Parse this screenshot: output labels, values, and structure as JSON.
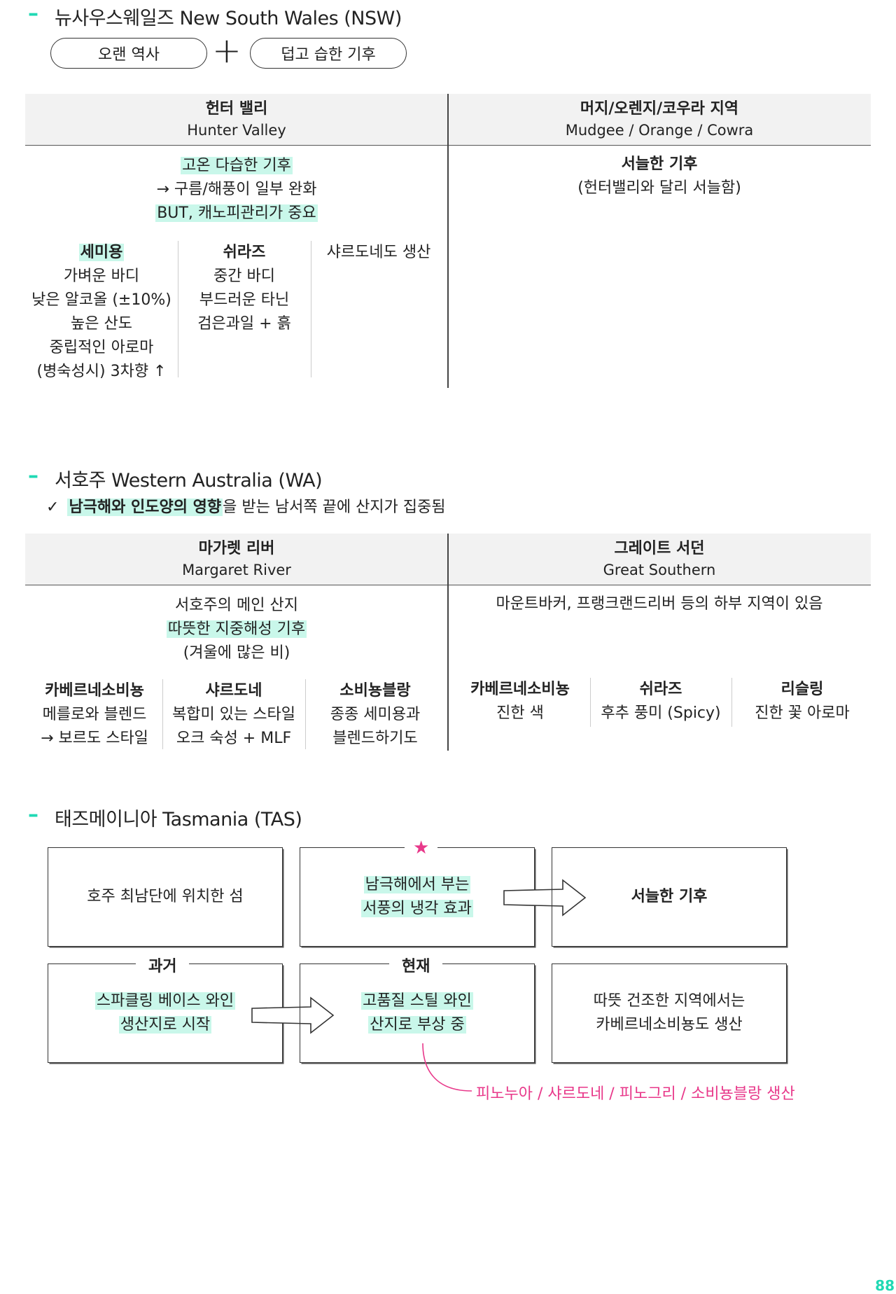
{
  "colors": {
    "accent": "#20d9b4",
    "highlight": "#c9f7ea",
    "pink": "#e8388a"
  },
  "nsw": {
    "title": "뉴사우스웨일즈 New South Wales (NSW)",
    "pill_left": "오랜 역사",
    "plus": "+",
    "pill_right": "덥고 습한 기후",
    "col1_ko": "헌터 밸리",
    "col1_en": "Hunter Valley",
    "col2_ko": "머지/오렌지/코우라 지역",
    "col2_en": "Mudgee / Orange / Cowra",
    "hunter_line1": "고온 다습한 기후",
    "hunter_line2": "→ 구름/해풍이 일부 완화",
    "hunter_line3": "BUT, 캐노피관리가 중요",
    "semillon": [
      "세미용",
      "가벼운 바디",
      "낮은 알코올 (±10%)",
      "높은 산도",
      "중립적인 아로마",
      "(병숙성시) 3차향 ↑"
    ],
    "shiraz": [
      "쉬라즈",
      "중간 바디",
      "부드러운 타닌",
      "검은과일 + 흙"
    ],
    "chardonnay": "샤르도네도 생산",
    "mudgee_line1": "서늘한 기후",
    "mudgee_line2": "(헌터밸리와 달리 서늘함)"
  },
  "wa": {
    "title": "서호주 Western Australia (WA)",
    "check": "✓",
    "note_hl": "남극해와 인도양의 영향",
    "note_rest": "을 받는 남서쪽 끝에 산지가 집중됨",
    "col1_ko": "마가렛 리버",
    "col1_en": "Margaret River",
    "col2_ko": "그레이트 서던",
    "col2_en": "Great Southern",
    "mr_line1": "서호주의 메인 산지",
    "mr_line2": "따뜻한 지중해성 기후",
    "mr_line3": "(겨울에 많은 비)",
    "mr_cab": [
      "카베르네소비뇽",
      "메를로와 블렌드",
      "→ 보르도 스타일"
    ],
    "mr_chard": [
      "샤르도네",
      "복합미 있는 스타일",
      "오크 숙성 + MLF"
    ],
    "mr_sb": [
      "소비뇽블랑",
      "종종 세미용과",
      "블렌드하기도"
    ],
    "gs_line1": "마운트바커, 프랭크랜드리버 등의 하부 지역이 있음",
    "gs_cab": [
      "카베르네소비뇽",
      "진한 색"
    ],
    "gs_shiraz": [
      "쉬라즈",
      "후추 풍미 (Spicy)"
    ],
    "gs_riesling": [
      "리슬링",
      "진한 꽃 아로마"
    ]
  },
  "tas": {
    "title": "태즈메이니아 Tasmania (TAS)",
    "box1": "호주 최남단에 위치한 섬",
    "star": "★",
    "box2": [
      "남극해에서 부는",
      "서풍의 냉각 효과"
    ],
    "box3": "서늘한 기후",
    "label_past": "과거",
    "box4": [
      "스파클링 베이스 와인",
      "생산지로 시작"
    ],
    "label_now": "현재",
    "box5": [
      "고품질 스틸 와인",
      "산지로 부상 중"
    ],
    "box6": [
      "따뜻 건조한 지역에서는",
      "카베르네소비뇽도 생산"
    ],
    "pink_note": "피노누아 / 샤르도네 / 피노그리 / 소비뇽블랑 생산"
  },
  "page_number": "88"
}
